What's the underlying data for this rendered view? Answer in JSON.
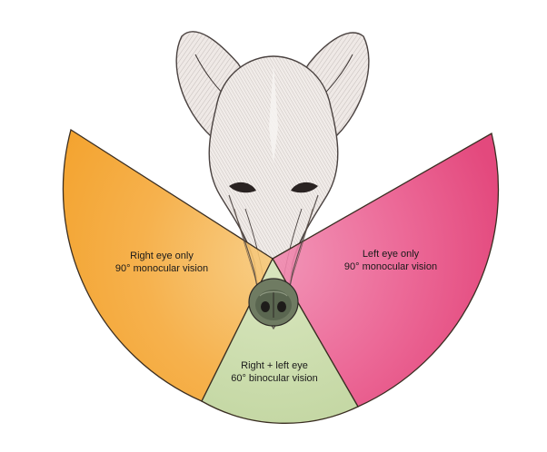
{
  "zones": {
    "right_eye": {
      "line1": "Right eye only",
      "line2": "90° monocular vision",
      "color": "#f5a623"
    },
    "left_eye": {
      "line1": "Left eye only",
      "line2": "90° monocular vision",
      "color": "#e8457e"
    },
    "binocular": {
      "line1": "Right + left eye",
      "line2": "60° binocular vision",
      "color": "#c8d9a8"
    }
  },
  "illustration": {
    "subject": "dog-head-sketch",
    "outline_color": "#4a4240"
  }
}
